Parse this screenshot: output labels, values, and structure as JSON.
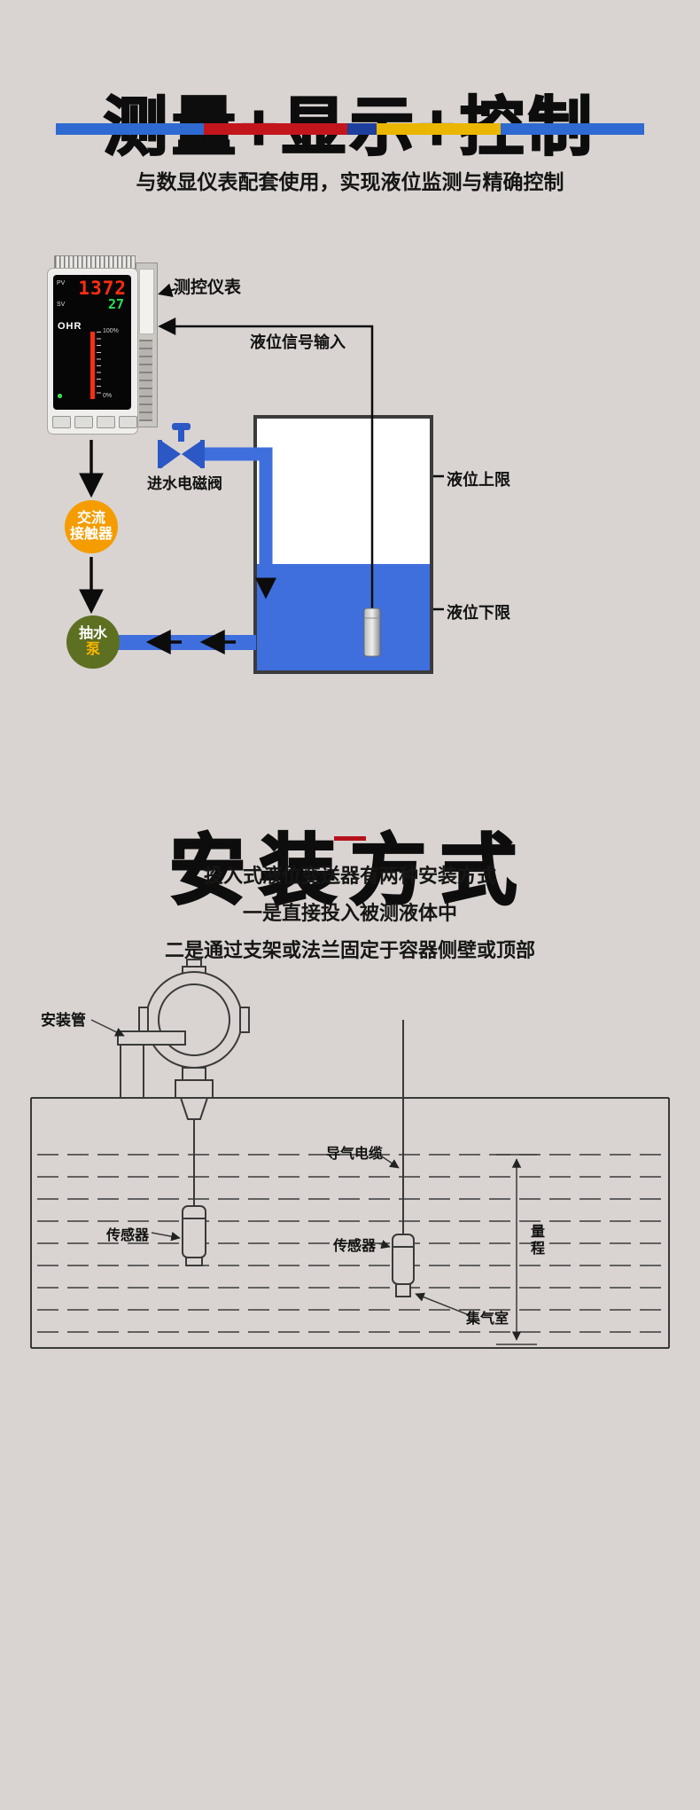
{
  "colors": {
    "page_bg": "#d9d4d2",
    "accent_red": "#b5121b",
    "stripe": [
      "#2e6ad1",
      "#c3161c",
      "#1d3f9e",
      "#eab600",
      "#2e6ad1"
    ],
    "liquid_blue": "#3f6fdd",
    "valve_blue": "#2b58c4",
    "contactor_orange": "#f49c00",
    "pump_green": "#5d7022",
    "pump_char_yellow": "#ffb400",
    "pv_red": "#ff2d12",
    "sv_green": "#2ae05a"
  },
  "header": {
    "title": "测量+显示+控制",
    "subtitle": "与数显仪表配套使用，实现液位监测与精确控制"
  },
  "control_diagram": {
    "instrument_label": "测控仪表",
    "signal_label": "液位信号输入",
    "valve_label": "进水电磁阀",
    "upper_limit_label": "液位上限",
    "lower_limit_label": "液位下限",
    "contactor": {
      "line1": "交流",
      "line2": "接触器"
    },
    "pump": {
      "line1": "抽水",
      "line2": "泵"
    },
    "instrument": {
      "brand": "OHR",
      "pv_label": "PV",
      "pv_value": "1372",
      "sv_label": "SV",
      "sv_value": "27",
      "scale_top": "100%",
      "scale_bottom": "0%"
    }
  },
  "install_section": {
    "title": "安装方式",
    "lines": [
      "投入式液位变送器有两种安装方式",
      "一是直接投入被测液体中",
      "二是通过支架或法兰固定于容器侧壁或顶部"
    ]
  },
  "install_diagram": {
    "mount_pipe_label": "安装管",
    "cable_label": "导气电缆",
    "sensor_left_label": "传感器",
    "sensor_right_label": "传感器",
    "range_label": "量程",
    "gas_chamber_label": "集气室"
  }
}
